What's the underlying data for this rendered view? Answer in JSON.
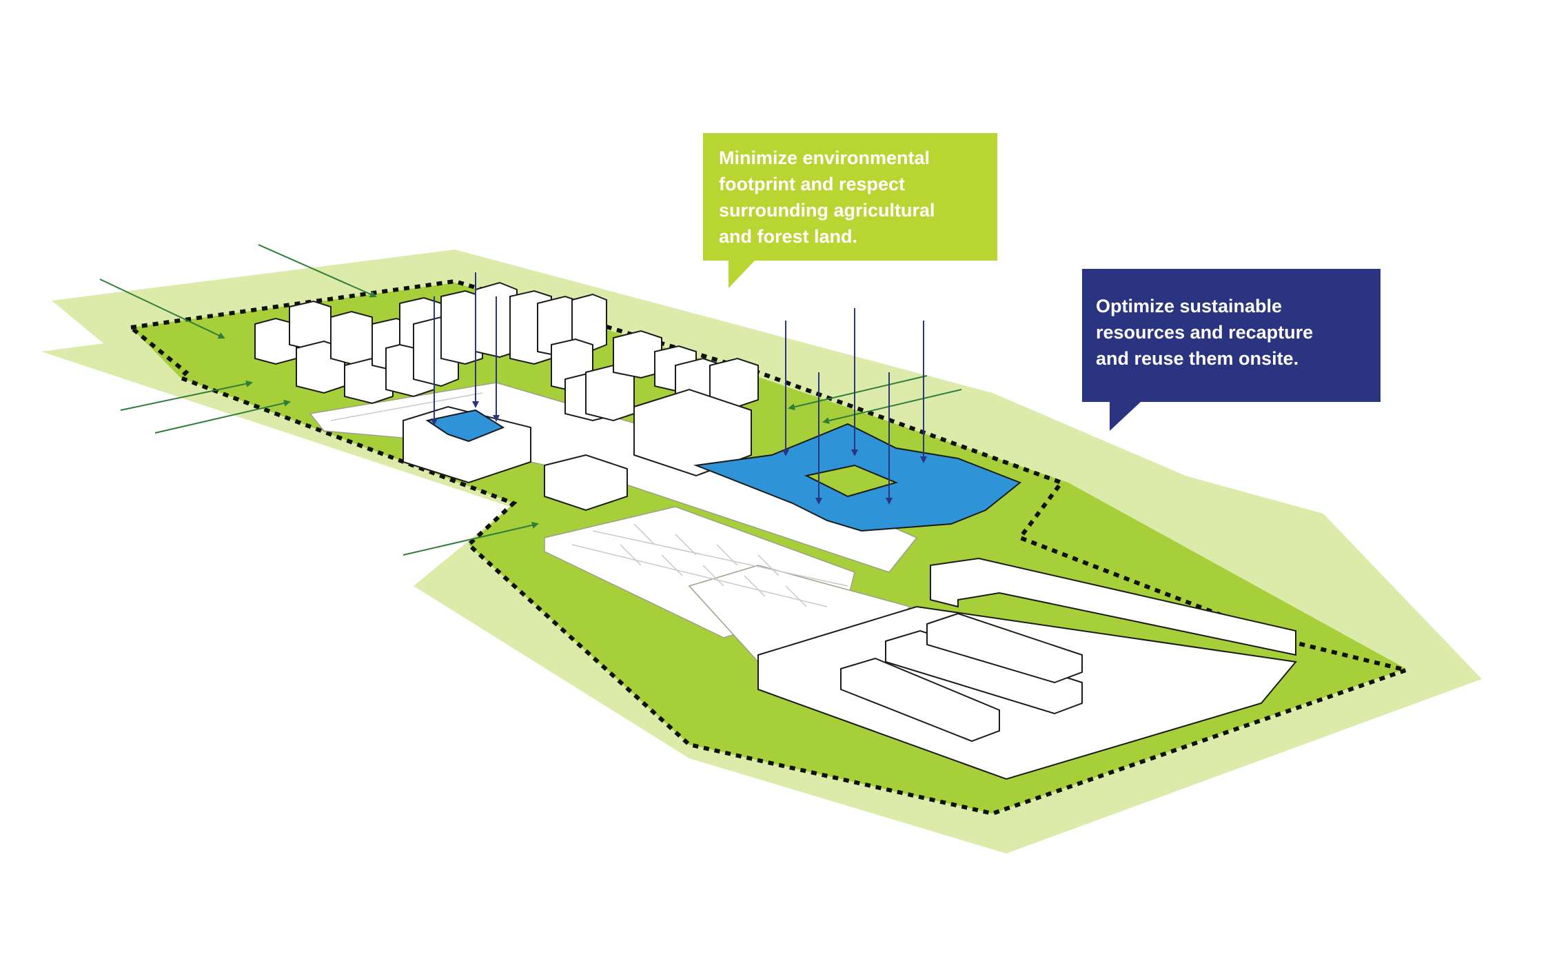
{
  "callouts": {
    "environment": {
      "lines": [
        "Minimize environmental",
        "footprint and respect",
        "surrounding agricultural",
        "and forest land."
      ],
      "color": "#b9d531"
    },
    "resources": {
      "lines": [
        "Optimize sustainable",
        "resources and recapture",
        "and reuse them onsite."
      ],
      "color": "#2b3481"
    }
  },
  "colors": {
    "surrounding_land": "#dcebaa",
    "site_land": "#a6cf3a",
    "roof_blue": "#2f93d8",
    "arrow_green": "#2f7d3a",
    "arrow_blue": "#2b3481",
    "boundary": "#111111",
    "building_fill": "#ffffff",
    "building_stroke": "#1a1a1a"
  },
  "icons": {
    "wind_arrows": "arrow-right-green",
    "rain_arrows": "arrow-down-blue",
    "site_boundary": "dashed-boundary-line"
  }
}
